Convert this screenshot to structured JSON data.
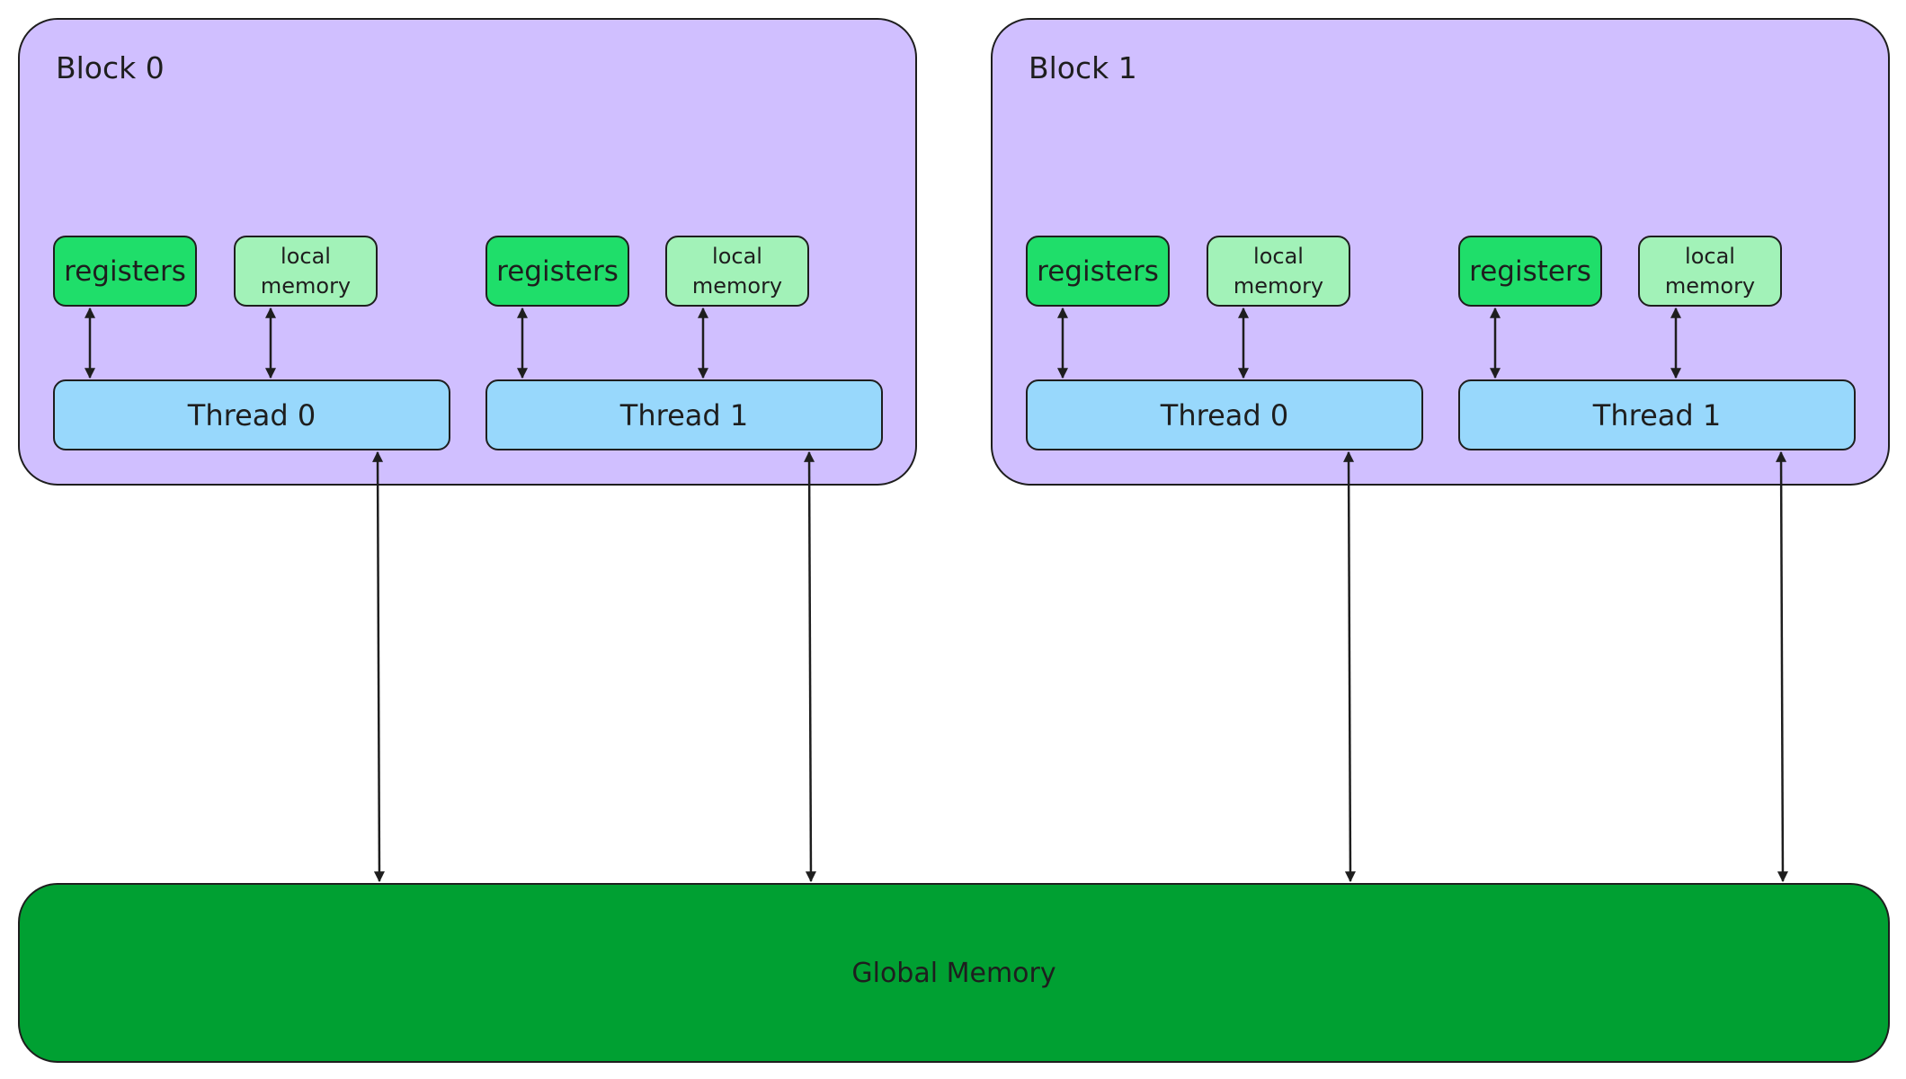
{
  "blocks": [
    {
      "title": "Block 0",
      "threads": [
        {
          "label": "Thread 0",
          "registers": "registers",
          "local_line1": "local",
          "local_line2": "memory"
        },
        {
          "label": "Thread 1",
          "registers": "registers",
          "local_line1": "local",
          "local_line2": "memory"
        }
      ]
    },
    {
      "title": "Block 1",
      "threads": [
        {
          "label": "Thread 0",
          "registers": "registers",
          "local_line1": "local",
          "local_line2": "memory"
        },
        {
          "label": "Thread 1",
          "registers": "registers",
          "local_line1": "local",
          "local_line2": "memory"
        }
      ]
    }
  ],
  "global_memory": {
    "label": "Global Memory"
  },
  "colors": {
    "block": "#d0bfff",
    "registers": "#1fde6a",
    "local_memory": "#a2f2b8",
    "thread": "#98d8fc",
    "global_memory": "#00a032",
    "stroke": "#1e1e1e"
  }
}
